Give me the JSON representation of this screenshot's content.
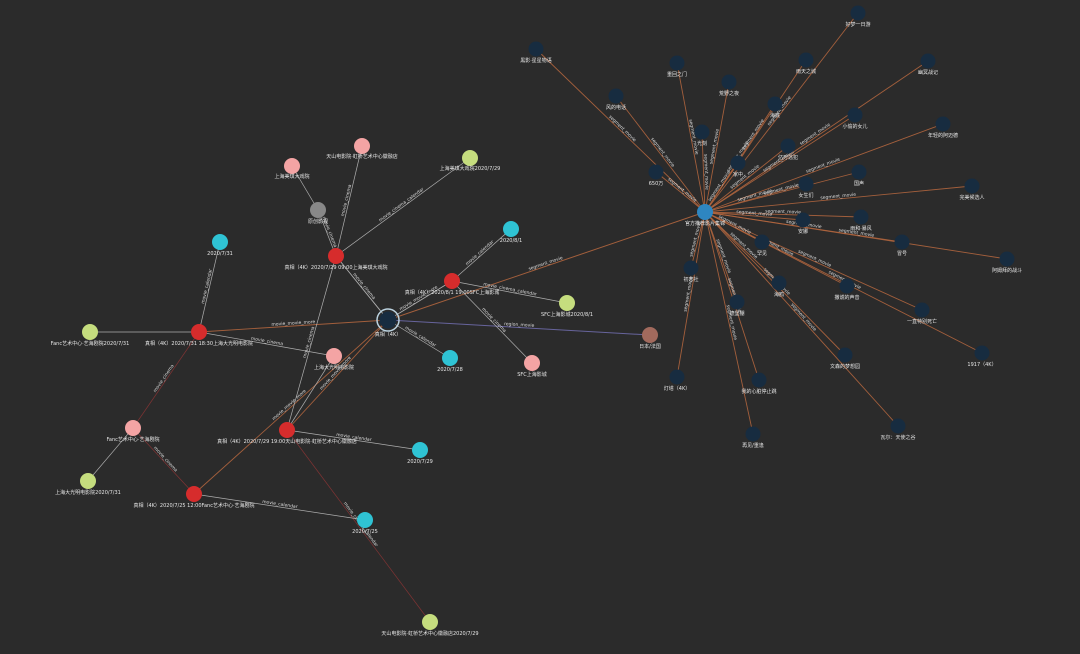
{
  "colors": {
    "background": "#2b2b2b",
    "hub_blue": "#2e86c1",
    "dark_node": "#172c40",
    "red": "#d62c2c",
    "pink": "#f4a4a4",
    "lime": "#c5dd7e",
    "cyan": "#2fc3d4",
    "gray": "#888888",
    "brown": "#a26a5d",
    "edge_orange": "#b0653e",
    "edge_light": "#bdbdbd",
    "edge_purple": "#6e6aa8",
    "edge_red": "#8a3434"
  },
  "center_node": {
    "label": "真相（4K）"
  },
  "hub_node": {
    "label": "官方推荐影片集锦"
  },
  "nodes": [
    {
      "id": "n_shanghai_da",
      "label": "上海美琪大戏院"
    },
    {
      "id": "n_tianshan",
      "label": "天山电影院·虹桥艺术中心徽融店"
    },
    {
      "id": "n_shanghai_meiqi_0729",
      "label": "上海美琪大戏院2020/7/29"
    },
    {
      "id": "n_gray",
      "label": "原创影视"
    },
    {
      "id": "n_show_0729_9",
      "label": "真相（4K）2020/7/29 09:00上海美琪大戏院"
    },
    {
      "id": "n_date_0731",
      "label": "2020/7/31"
    },
    {
      "id": "n_show_sfc",
      "label": "真相（4K）2020/8/1 19:00SFC上海影城"
    },
    {
      "id": "n_date_0801",
      "label": "2020/8/1"
    },
    {
      "id": "n_sfc_0801",
      "label": "SFC上海影城2020/8/1"
    },
    {
      "id": "n_fanc_0731",
      "label": "Fanc艺术中心·艺海剧院2020/7/31"
    },
    {
      "id": "n_show_0731_18",
      "label": "真相（4K）2020/7/31 18:30上海大光明电影院"
    },
    {
      "id": "n_shanghai_daguangming",
      "label": "上海大光明电影院"
    },
    {
      "id": "n_date_0728",
      "label": "2020/7/28"
    },
    {
      "id": "n_sfc",
      "label": "SFC上海影城"
    },
    {
      "id": "n_japan",
      "label": "日本/法国"
    },
    {
      "id": "n_fanc",
      "label": "Fanc艺术中心·艺海剧院"
    },
    {
      "id": "n_show_0729_19",
      "label": "真相（4K）2020/7/29 19:00天山电影院·虹桥艺术中心徽融店"
    },
    {
      "id": "n_date_0729",
      "label": "2020/7/29"
    },
    {
      "id": "n_daguang_0731",
      "label": "上海大光明电影院2020/7/31"
    },
    {
      "id": "n_show_0725",
      "label": "真相（4K）2020/7/25 12:00Fanc艺术中心·艺海剧院"
    },
    {
      "id": "n_date_0725",
      "label": "2020/7/25"
    },
    {
      "id": "n_tianshan_0729",
      "label": "天山电影院·虹桥艺术中心徽融店2020/7/29"
    }
  ],
  "hub_neighbors": [
    {
      "id": "d1",
      "label": "好梦一日游"
    },
    {
      "id": "d2",
      "label": "黑影·星星物语"
    },
    {
      "id": "d3",
      "label": "重回之门"
    },
    {
      "id": "d4",
      "label": "雨天之城"
    },
    {
      "id": "d5",
      "label": "幽冥战记"
    },
    {
      "id": "d6",
      "label": "风的电话"
    },
    {
      "id": "d7",
      "label": "荒野之夜"
    },
    {
      "id": "d8",
      "label": "海底"
    },
    {
      "id": "d9",
      "label": "小偷的女儿"
    },
    {
      "id": "d10",
      "label": "年轻的阿迈德"
    },
    {
      "id": "d11",
      "label": "光刻"
    },
    {
      "id": "d12",
      "label": "亿万逃犯"
    },
    {
      "id": "d13",
      "label": "家中"
    },
    {
      "id": "d14",
      "label": "650万"
    },
    {
      "id": "d15",
      "label": "国声"
    },
    {
      "id": "d16",
      "label": "女生们"
    },
    {
      "id": "d17",
      "label": "完美候选人"
    },
    {
      "id": "d18",
      "label": "安娜"
    },
    {
      "id": "d19",
      "label": "雨和·暴风"
    },
    {
      "id": "d20",
      "label": "冒号"
    },
    {
      "id": "d21",
      "label": "罕见"
    },
    {
      "id": "d22",
      "label": "阿姆拜的战斗"
    },
    {
      "id": "d23",
      "label": "初恋社"
    },
    {
      "id": "d24",
      "label": "海鸥"
    },
    {
      "id": "d25",
      "label": "撒谎的声音"
    },
    {
      "id": "d26",
      "label": "德堡棚"
    },
    {
      "id": "d27",
      "label": "一直特别死亡"
    },
    {
      "id": "d28",
      "label": "文森的梦想园"
    },
    {
      "id": "d29",
      "label": "1917（4K）"
    },
    {
      "id": "d30",
      "label": "灯塔（4K）"
    },
    {
      "id": "d31",
      "label": "我的心脏停止跳"
    },
    {
      "id": "d32",
      "label": "再见/重逢"
    },
    {
      "id": "d33",
      "label": "瓦尔：天使之谷"
    }
  ],
  "edge_labels": {
    "segment_movie": "segment_movie",
    "movie_movie_more": "movie_movie_more",
    "movie_cinema": "movie_cinema",
    "movie_cinema_calendar": "movie_cinema_calendar",
    "movie_calendar": "movie_calendar",
    "region_movie": "region_movie",
    "cinema_calendar": "cinema_calendar"
  }
}
